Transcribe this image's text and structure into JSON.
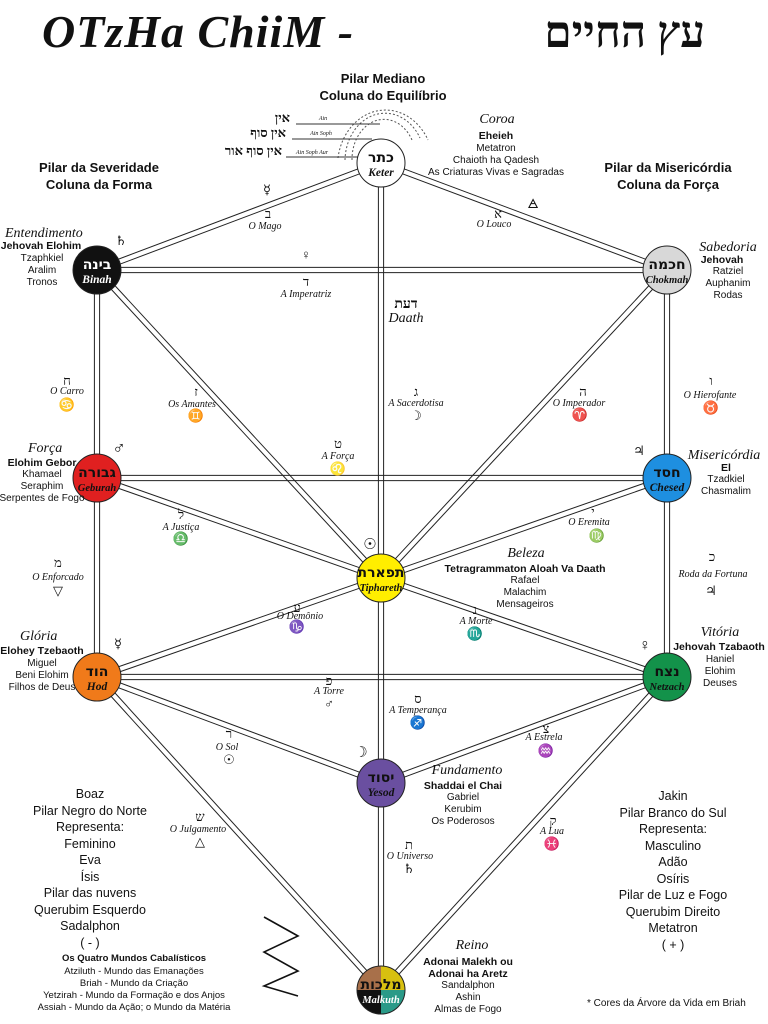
{
  "header": {
    "title_latin": "OTzHa ChiiM -",
    "title_hebrew": "עץ החיים"
  },
  "pillars": {
    "middle": {
      "line1": "Pilar Mediano",
      "line2": "Coluna do Equilíbrio"
    },
    "left": {
      "line1": "Pilar da Severidade",
      "line2": "Coluna da Forma"
    },
    "right": {
      "line1": "Pilar da Misericórdia",
      "line2": "Coluna da Força"
    }
  },
  "veils": {
    "ain": {
      "heb": "אין",
      "lat": "Ain"
    },
    "ain_soph": {
      "heb": "אין סוף",
      "lat": "Ain Soph"
    },
    "ain_soph_aur": {
      "heb": "אין סוף אור",
      "lat": "Ain Soph Aur"
    }
  },
  "sephiroth": {
    "keter": {
      "heb": "כתר",
      "name": "Keter",
      "color": "#ffffff",
      "text_color": "#111111",
      "title": "Coroa",
      "god": "Eheieh",
      "lines": [
        "Metatron",
        "Chaioth ha Qadesh",
        "As Criaturas Vivas e Sagradas"
      ]
    },
    "chokmah": {
      "heb": "חכמה",
      "name": "Chokmah",
      "color": "#d8d8d8",
      "text_color": "#111111",
      "planet": "",
      "title": "Sabedoria",
      "god": "Jehovah",
      "lines": [
        "Ratziel",
        "Auphanim",
        "Rodas"
      ]
    },
    "binah": {
      "heb": "בינה",
      "name": "Binah",
      "color": "#111111",
      "text_color": "#ffffff",
      "planet": "♄",
      "title": "Entendimento",
      "god": "Jehovah Elohim",
      "lines": [
        "Tzaphkiel",
        "Aralim",
        "Tronos"
      ]
    },
    "daath": {
      "heb": "דעת",
      "name": "Daath"
    },
    "chesed": {
      "heb": "חסד",
      "name": "Chesed",
      "color": "#1e8fe0",
      "text_color": "#111111",
      "planet": "♃",
      "title": "Misericórdia",
      "god": "El",
      "lines": [
        "Tzadkiel",
        "Chasmalim"
      ]
    },
    "geburah": {
      "heb": "גבורה",
      "name": "Geburah",
      "color": "#e02020",
      "text_color": "#111111",
      "planet": "♂",
      "title": "Força",
      "god": "Elohim Gebor",
      "lines": [
        "Khamael",
        "Seraphim",
        "Serpentes de Fogo"
      ]
    },
    "tiphareth": {
      "heb": "תפארת",
      "name": "Tiphareth",
      "color": "#ffee00",
      "text_color": "#111111",
      "planet": "☉",
      "title": "Beleza",
      "god": "Tetragrammaton Aloah Va Daath",
      "lines": [
        "Rafael",
        "Malachim",
        "Mensageiros"
      ]
    },
    "netzach": {
      "heb": "נצח",
      "name": "Netzach",
      "color": "#13924a",
      "text_color": "#111111",
      "planet": "♀",
      "title": "Vitória",
      "god": "Jehovah Tzabaoth",
      "lines": [
        "Haniel",
        "Elohim",
        "Deuses"
      ]
    },
    "hod": {
      "heb": "הוד",
      "name": "Hod",
      "color": "#f07a1a",
      "text_color": "#111111",
      "planet": "☿",
      "title": "Glória",
      "god": "Elohey Tzebaoth",
      "lines": [
        "Miguel",
        "Beni Elohim",
        "Filhos de Deus"
      ]
    },
    "yesod": {
      "heb": "יסוד",
      "name": "Yesod",
      "color": "#6a4fa0",
      "text_color": "#111111",
      "planet": "☽",
      "title": "Fundamento",
      "god": "Shaddai el Chai",
      "lines": [
        "Gabriel",
        "Kerubim",
        "Os Poderosos"
      ]
    },
    "malkuth": {
      "heb": "מלכות",
      "name": "Malkuth",
      "colors": [
        "#d8c010",
        "#2a9a88",
        "#111111",
        "#a8704a"
      ],
      "text_color": "#111111",
      "title": "Reino",
      "god1": "Adonai Malekh ou",
      "god2": "Adonai ha Aretz",
      "lines": [
        "Sandalphon",
        "Ashin",
        "Almas de Fogo"
      ]
    }
  },
  "paths": {
    "louco": {
      "letter": "א",
      "name": "O Louco",
      "symbol": "🜁"
    },
    "mago": {
      "letter": "ב",
      "name": "O Mago",
      "symbol": "☿"
    },
    "sacerdotisa": {
      "letter": "ג",
      "name": "A Sacerdotisa",
      "symbol": "☽"
    },
    "imperatriz": {
      "letter": "ד",
      "name": "A Imperatriz",
      "symbol": "♀"
    },
    "imperador": {
      "letter": "ה",
      "name": "O Imperador",
      "symbol": "♈"
    },
    "hierofante": {
      "letter": "ו",
      "name": "O Hierofante",
      "symbol": "♉"
    },
    "amantes": {
      "letter": "ז",
      "name": "Os Amantes",
      "symbol": "♊"
    },
    "carro": {
      "letter": "ח",
      "name": "O Carro",
      "symbol": "♋"
    },
    "forca": {
      "letter": "ט",
      "name": "A Força",
      "symbol": "♌"
    },
    "eremita": {
      "letter": "י",
      "name": "O Eremita",
      "symbol": "♍"
    },
    "roda": {
      "letter": "כ",
      "name": "Roda da Fortuna",
      "symbol": "♃"
    },
    "justica": {
      "letter": "ל",
      "name": "A Justiça",
      "symbol": "♎"
    },
    "enforcado": {
      "letter": "מ",
      "name": "O Enforcado",
      "symbol": "▽"
    },
    "morte": {
      "letter": "נ",
      "name": "A Morte",
      "symbol": "♏"
    },
    "temperanca": {
      "letter": "ס",
      "name": "A Temperança",
      "symbol": "♐"
    },
    "demonio": {
      "letter": "ע",
      "name": "O Demônio",
      "symbol": "♑"
    },
    "torre": {
      "letter": "פ",
      "name": "A Torre",
      "symbol": "♂"
    },
    "estrela": {
      "letter": "צ",
      "name": "A Estrela",
      "symbol": "♒"
    },
    "lua": {
      "letter": "ק",
      "name": "A Lua",
      "symbol": "♓"
    },
    "sol": {
      "letter": "ר",
      "name": "O Sol",
      "symbol": "☉"
    },
    "julgamento": {
      "letter": "ש",
      "name": "O Julgamento",
      "symbol": "△"
    },
    "universo": {
      "letter": "ת",
      "name": "O Universo",
      "symbol": "♄"
    }
  },
  "left_column": [
    "Boaz",
    "Pilar Negro do Norte",
    "Representa:",
    "Feminino",
    "Eva",
    "Ísis",
    "Pilar das nuvens",
    "Querubim Esquerdo",
    "Sadalphon",
    "( - )"
  ],
  "right_column": [
    "Jakin",
    "Pilar Branco do Sul",
    "Representa:",
    "Masculino",
    "Adão",
    "Osíris",
    "Pilar de Luz e Fogo",
    "Querubim Direito",
    "Metatron",
    "( + )"
  ],
  "worlds": {
    "title": "Os Quatro Mundos Cabalísticos",
    "items": [
      "Atziluth - Mundo das Emanações",
      "Briah - Mundo da Criação",
      "Yetzirah - Mundo da Formação e dos Anjos",
      "Assiah - Mundo da Ação; o Mundo da Matéria"
    ]
  },
  "footnote": "* Cores da Árvore da Vida em Briah"
}
